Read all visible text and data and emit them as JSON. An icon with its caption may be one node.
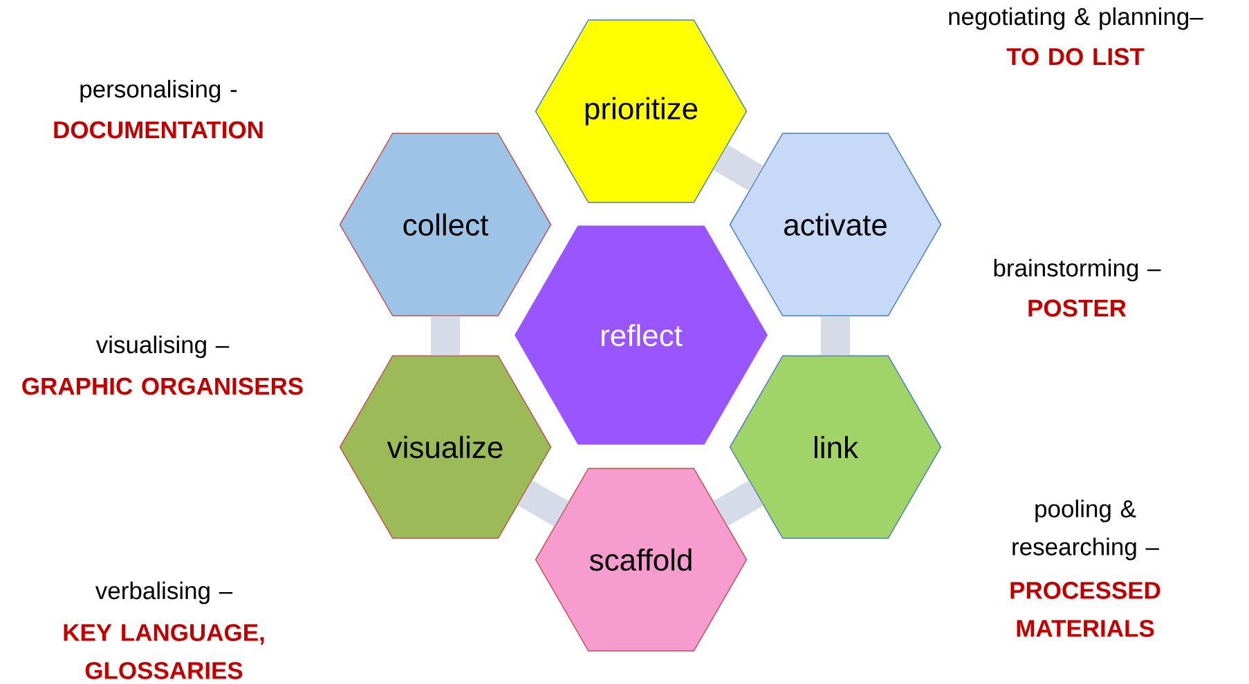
{
  "diagram": {
    "nodes": [
      {
        "text": [
          "prioritize"
        ]
      },
      {
        "text": [
          "collect"
        ]
      },
      {
        "text": [
          "activate"
        ]
      },
      {
        "text": [
          "reflect"
        ]
      },
      {
        "text": [
          "visualize"
        ]
      },
      {
        "text": [
          "link"
        ]
      },
      {
        "text": [
          "scaffold"
        ]
      }
    ],
    "edges": [
      {
        "from": 0,
        "to": 2,
        "arrow": "none"
      },
      {
        "from": 2,
        "to": 5,
        "arrow": "none"
      },
      {
        "from": 5,
        "to": 6,
        "arrow": "none"
      },
      {
        "from": 6,
        "to": 4,
        "arrow": "none"
      },
      {
        "from": 4,
        "to": 1,
        "arrow": "none"
      }
    ],
    "labels": [
      "negotiating & planning–",
      "TO DO LIST",
      "personalising -",
      "DOCUMENTATION",
      "brainstorming –",
      "POSTER",
      "visualising –",
      "GRAPHIC ORGANISERS",
      "pooling & researching –",
      "PROCESSED MATERIALS",
      "verbalising –",
      "KEY LANGUAGE, GLOSSARIES"
    ]
  }
}
